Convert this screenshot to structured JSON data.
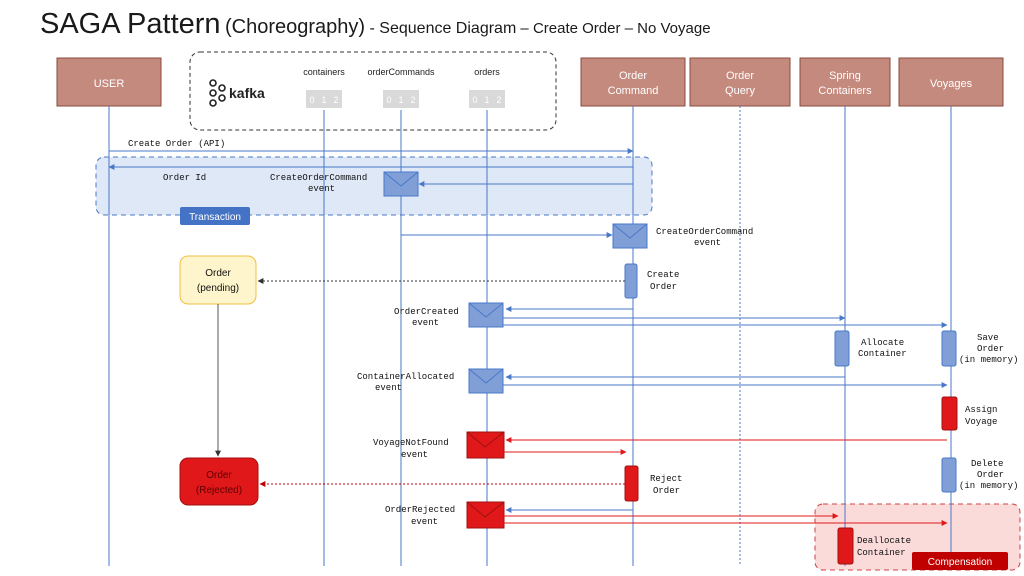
{
  "title": {
    "main": "SAGA Pattern",
    "paren": "(Choreography)",
    "dash": " - ",
    "sub": "Sequence Diagram",
    "tail": " – Create Order – No Voyage"
  },
  "participants": {
    "user": "USER",
    "order_command": [
      "Order",
      "Command"
    ],
    "order_query": [
      "Order",
      "Query"
    ],
    "spring_containers": [
      "Spring",
      "Containers"
    ],
    "voyages": "Voyages"
  },
  "kafka": {
    "logo_text": "kafka",
    "topics": [
      "containers",
      "orderCommands",
      "orders"
    ],
    "partitions": [
      "0",
      "1",
      "2"
    ]
  },
  "messages": {
    "create_order_api": "Create Order (API)",
    "order_id": "Order Id",
    "create_order_command_1": [
      "CreateOrderCommand",
      "event"
    ],
    "create_order_command_2": [
      "CreateOrderCommand",
      "event"
    ],
    "create_order": [
      "Create",
      "Order"
    ],
    "order_created": [
      "OrderCreated",
      "event"
    ],
    "allocate_container": [
      "Allocate",
      "Container"
    ],
    "save_order": [
      "Save",
      "Order",
      "(in memory)"
    ],
    "container_allocated": [
      "ContainerAllocated",
      "event"
    ],
    "assign_voyage": [
      "Assign",
      "Voyage"
    ],
    "voyage_not_found": [
      "VoyageNotFound",
      "event"
    ],
    "reject_order": [
      "Reject",
      "Order"
    ],
    "delete_order": [
      "Delete",
      "Order",
      "(in memory)"
    ],
    "order_rejected": [
      "OrderRejected",
      "event"
    ],
    "deallocate_container": [
      "Deallocate",
      "Container"
    ]
  },
  "states": {
    "pending": [
      "Order",
      "(pending)"
    ],
    "rejected": [
      "Order",
      "(Rejected)"
    ]
  },
  "tags": {
    "transaction": "Transaction",
    "compensation": "Compensation"
  },
  "colors": {
    "participant_fill": "#c58a7e",
    "participant_stroke": "#8a4a3e",
    "lifeline": "#4a78c9",
    "envelope_blue": "#7f9fd6",
    "event_red": "#e0181a",
    "transaction_fill": "#dfe8f6",
    "transaction_tag": "#4472c4",
    "pending_fill": "#fff5cc",
    "pending_stroke": "#f0c040",
    "compensation_fill": "#fbdada",
    "compensation_tag": "#c00000"
  }
}
